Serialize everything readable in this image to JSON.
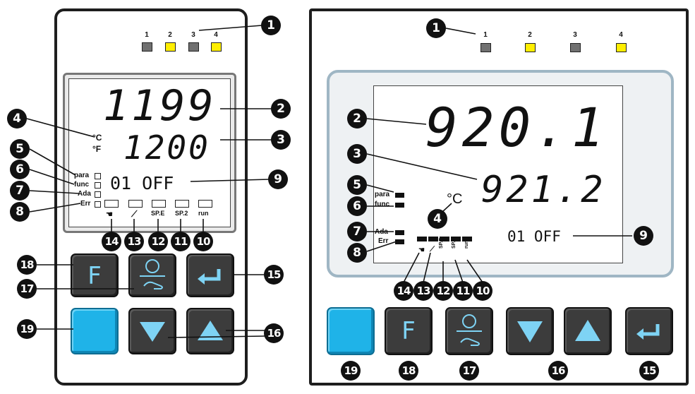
{
  "left_panel": {
    "led_labels": [
      "1",
      "2",
      "3",
      "4"
    ],
    "display_top": "1199",
    "display_bottom": "1200",
    "unit_c": "°C",
    "unit_f": "°F",
    "status_text": "01 OFF",
    "indicators": [
      "para",
      "func",
      "Ada",
      "Err"
    ],
    "softkeys": [
      "SP.E",
      "SP.2",
      "run"
    ],
    "f_key": "F",
    "callouts": [
      "1",
      "2",
      "3",
      "4",
      "5",
      "6",
      "7",
      "8",
      "9",
      "14",
      "13",
      "12",
      "11",
      "10",
      "18",
      "17",
      "15",
      "19",
      "16"
    ]
  },
  "right_panel": {
    "led_labels": [
      "1",
      "2",
      "3",
      "4"
    ],
    "display_top": "920.1",
    "display_bottom": "921.2",
    "unit_c": "°C",
    "status_text": "01 OFF",
    "indicators": [
      "para",
      "func",
      "Ada",
      "Err"
    ],
    "softkeys": [
      "SP.E",
      "SP.2",
      "run"
    ],
    "f_key": "F",
    "callouts": [
      "1",
      "2",
      "3",
      "5",
      "6",
      "4",
      "7",
      "8",
      "9",
      "14",
      "13",
      "12",
      "11",
      "10",
      "19",
      "18",
      "17",
      "16",
      "15"
    ]
  },
  "colors": {
    "led_off": "#707070",
    "led_on": "#ffee00",
    "key_dark": "#3c3c3c",
    "key_blue": "#1fb3e8",
    "key_glyph": "#7ed3f4"
  },
  "icons": [
    "hand-icon",
    "ramp-icon",
    "enter-icon",
    "arrow-up-icon",
    "arrow-down-icon",
    "auto-manual-icon"
  ]
}
